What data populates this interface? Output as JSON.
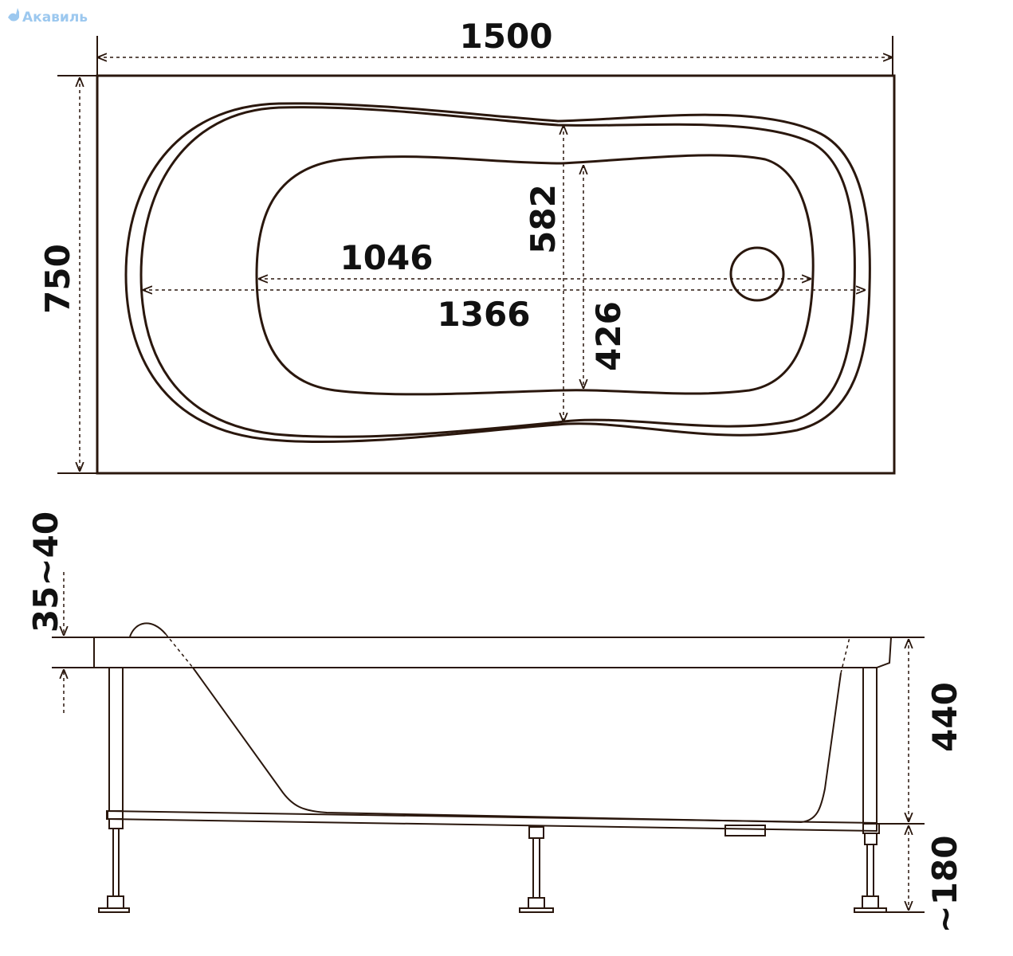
{
  "watermark": "Акавиль",
  "top_view": {
    "length": "1500",
    "width": "750",
    "inner_length": "1046",
    "outer_inner_length": "1366",
    "inner_width": "582",
    "waist_width": "426"
  },
  "side_view": {
    "rim_thickness": "35~40",
    "height": "440",
    "leg_height": "~180"
  },
  "colors": {
    "line": "#2a170d",
    "watermark": "#9cc8ef"
  }
}
